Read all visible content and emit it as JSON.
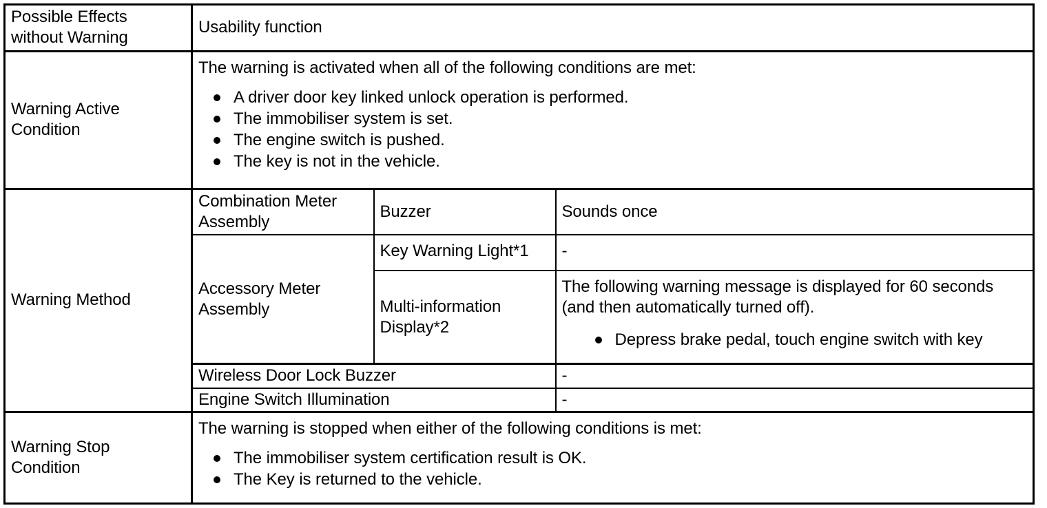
{
  "table": {
    "rows": [
      {
        "label": "Possible Effects\nwithout Warning",
        "value": "Usability function"
      },
      {
        "label": "Warning Active\nCondition",
        "intro": "The warning is activated when all of the following conditions are met:",
        "bullets": [
          "A driver door key linked unlock operation is performed.",
          "The immobiliser system is set.",
          "The engine switch is pushed.",
          "The key is not in the vehicle."
        ]
      },
      {
        "label": "Warning Method",
        "methods": [
          {
            "component": "Combination Meter\nAssembly",
            "device": "Buzzer",
            "result": "Sounds once"
          },
          {
            "component": "Accessory Meter\nAssembly",
            "device": "Key Warning Light*1",
            "result": "-"
          },
          {
            "component": "",
            "device": "Multi-information\nDisplay*2",
            "result": "The following warning message is displayed for 60 seconds\n(and then automatically turned off).",
            "result_bullets": [
              "Depress brake pedal, touch engine switch with key"
            ]
          },
          {
            "component": "Wireless Door Lock Buzzer",
            "device": "",
            "result": "-"
          },
          {
            "component": "Engine Switch Illumination",
            "device": "",
            "result": "-"
          }
        ]
      },
      {
        "label": "Warning Stop\nCondition",
        "intro": "The warning is stopped when either of the following conditions is met:",
        "bullets": [
          "The immobiliser system certification result is OK.",
          "The Key is returned to the vehicle."
        ]
      }
    ]
  },
  "colors": {
    "border": "#000000",
    "text": "#000000",
    "background": "#ffffff"
  }
}
